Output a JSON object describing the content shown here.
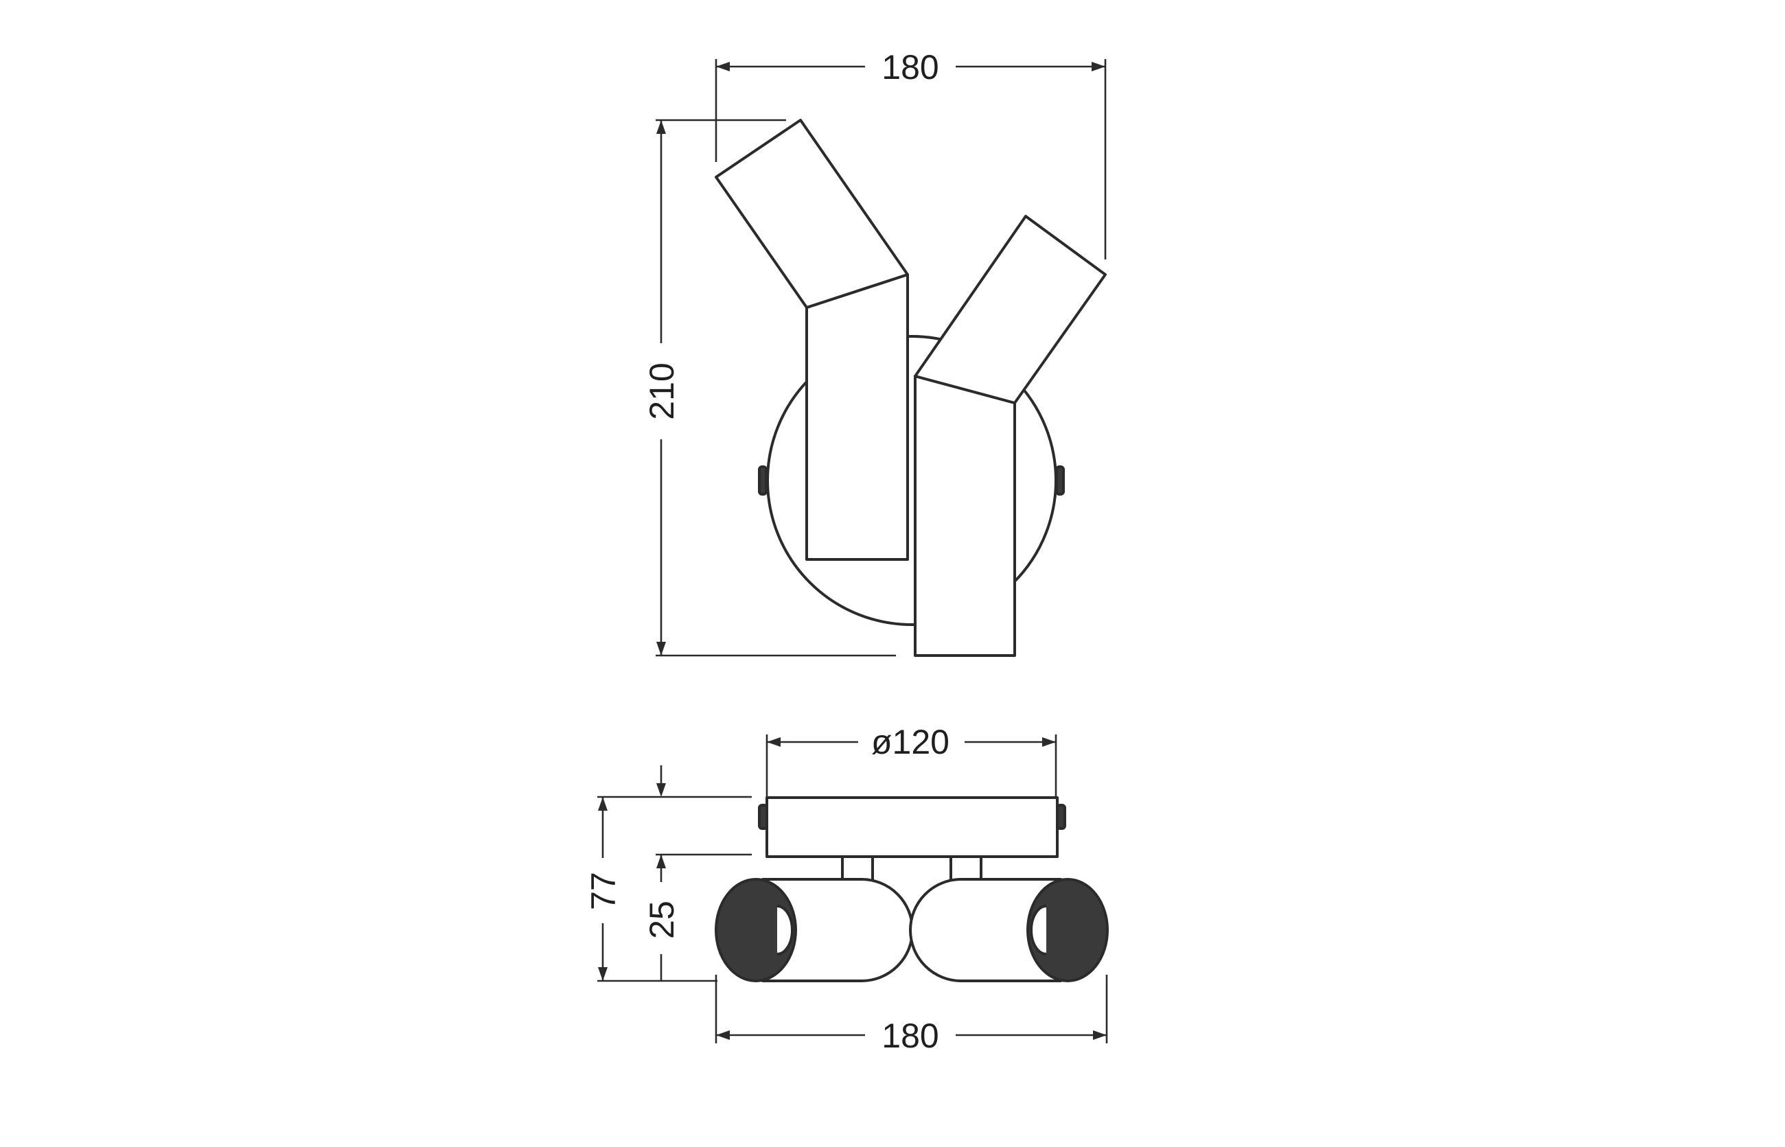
{
  "diagram": {
    "front_view": {
      "width_label": "180",
      "height_label": "210"
    },
    "top_view": {
      "diameter_label": "ø120",
      "depth_label": "77",
      "offset_label": "25",
      "width_label": "180"
    }
  }
}
